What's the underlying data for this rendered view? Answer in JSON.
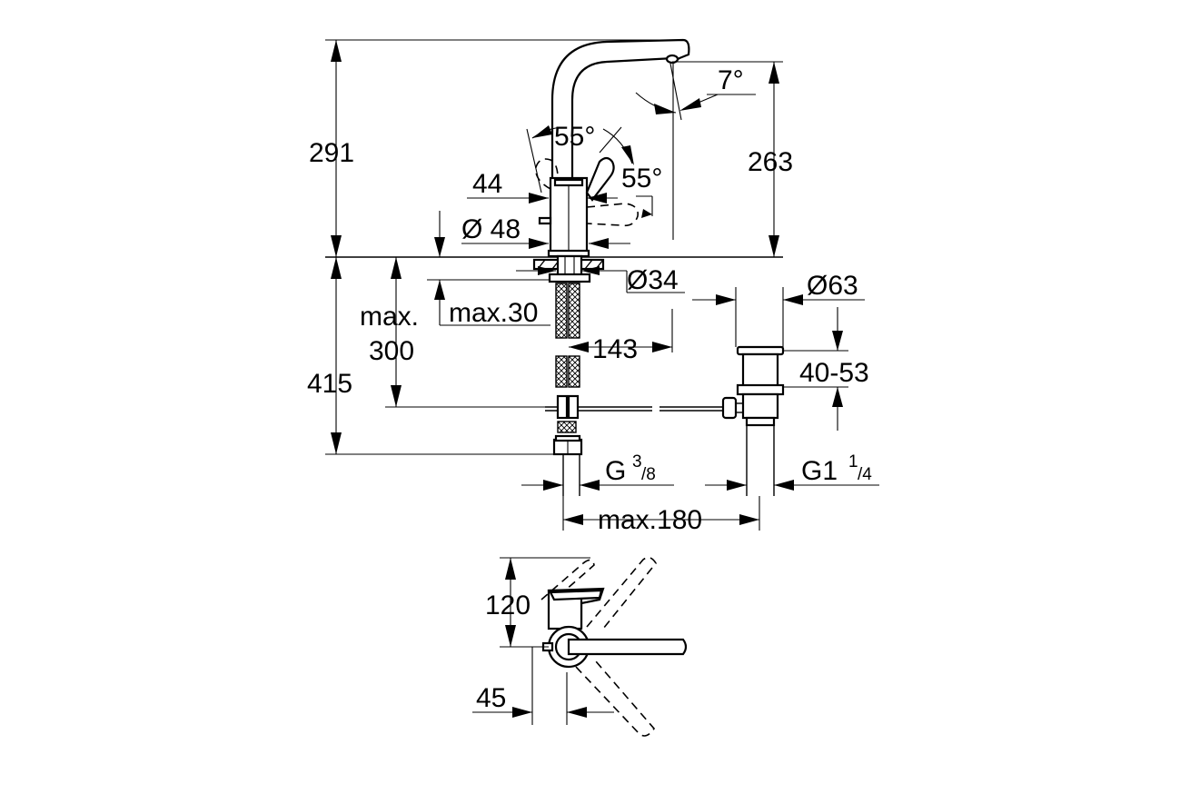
{
  "drawing": {
    "front_view": {
      "total_height": "291",
      "spout_height": "263",
      "spout_angle": "7°",
      "lever_angle_left": "55°",
      "lever_angle_right": "55°",
      "body_width": "44",
      "base_diameter": "Ø 48",
      "hole_diameter": "Ø34",
      "counter_thickness_label": "max.30",
      "hose_length_label_1": "max.",
      "hose_length_label_2": "300",
      "below_counter_depth": "415",
      "spout_reach": "143",
      "supply_thread_main": "G",
      "supply_thread_sup": "3",
      "supply_thread_sub": "/8",
      "waste_flange_diameter": "Ø63",
      "waste_range": "40-53",
      "waste_thread_main": "G1",
      "waste_thread_sup": "1",
      "waste_thread_sub": "/4",
      "waste_offset": "max.180"
    },
    "top_view": {
      "lever_depth": "120",
      "lever_offset": "45"
    }
  }
}
